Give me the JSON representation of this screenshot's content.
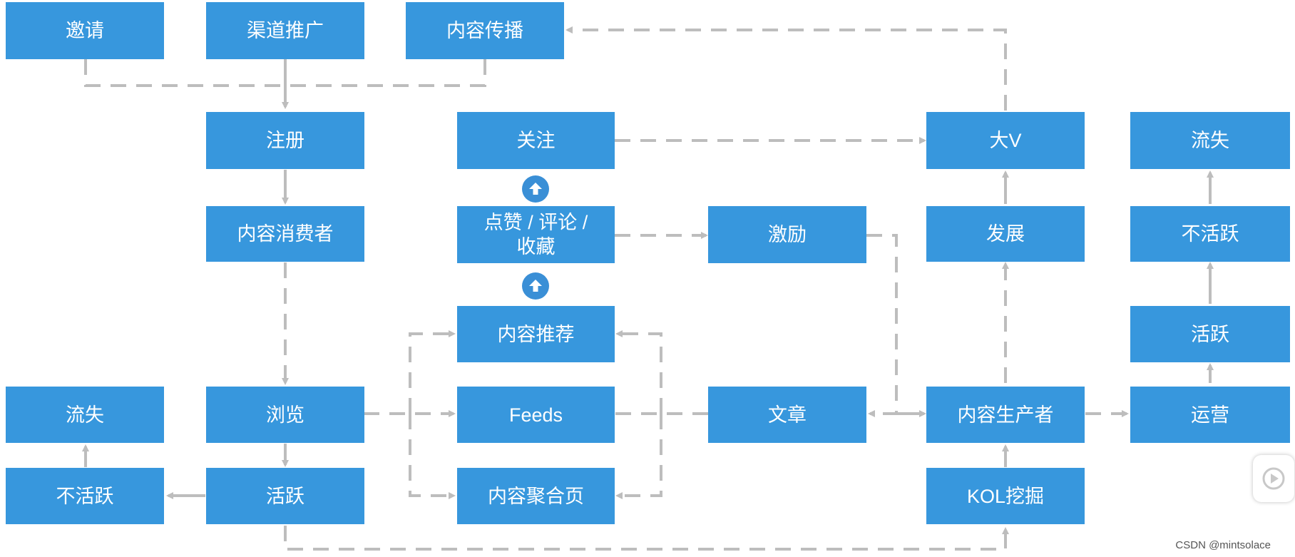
{
  "nodes": {
    "invite": "邀请",
    "channel_promotion": "渠道推广",
    "content_spread": "内容传播",
    "register": "注册",
    "content_consumer": "内容消费者",
    "browse": "浏览",
    "churn_left": "流失",
    "inactive_left": "不活跃",
    "active_left": "活跃",
    "follow": "关注",
    "like_comment_collect_line1": "点赞 / 评论 /",
    "like_comment_collect_line2": "收藏",
    "content_recommend": "内容推荐",
    "feeds": "Feeds",
    "content_aggregate": "内容聚合页",
    "incentive": "激励",
    "article": "文章",
    "big_v": "大V",
    "develop": "发展",
    "content_producer": "内容生产者",
    "kol_mining": "KOL挖掘",
    "churn_right": "流失",
    "inactive_right": "不活跃",
    "active_right": "活跃",
    "operation": "运营"
  },
  "icons": {
    "up_arrow_icon": "up-arrow-circle",
    "play_icon": "play"
  },
  "colors": {
    "node_fill": "#3797dd",
    "node_text": "#ffffff",
    "connector": "#bdbdbd"
  },
  "watermark": "CSDN @mintsolace"
}
